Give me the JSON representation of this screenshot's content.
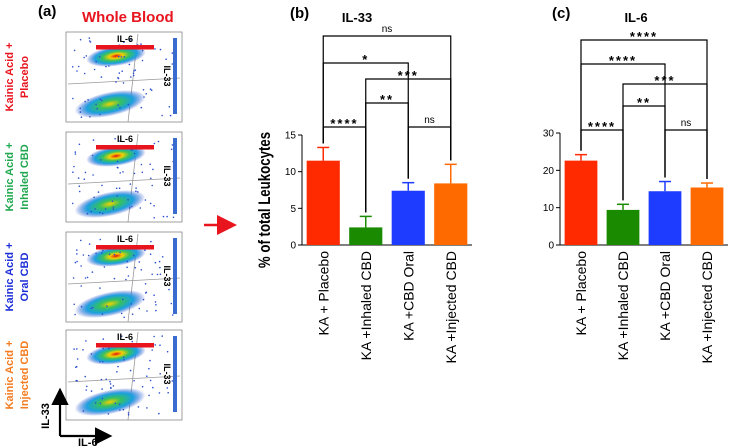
{
  "panel_a": {
    "label": "(a)",
    "title": "Whole Blood",
    "groups": [
      {
        "line1": "Kainic Acid +",
        "line2": "Placebo",
        "color": "#e8141e"
      },
      {
        "line1": "Kainic Acid +",
        "line2": "Inhaled CBD",
        "color": "#1fa84f"
      },
      {
        "line1": "Kainic Acid +",
        "line2": "Oral CBD",
        "color": "#1d2fd8"
      },
      {
        "line1": "Kainic Acid +",
        "line2": "Injected CBD",
        "color": "#f47c20"
      }
    ],
    "gate_label_h": "IL-6",
    "gate_label_v": "IL-33",
    "axis_y": "IL-33",
    "axis_x": "IL-6"
  },
  "y_axis_label": "% of total Leukocytes",
  "chart_data": [
    {
      "label": "(b)",
      "type": "bar",
      "title": "IL-33",
      "categories": [
        "KA + Placebo",
        "KA +Inhaled CBD",
        "KA +CBD Oral",
        "KA +Injected CBD"
      ],
      "values": [
        11.5,
        2.4,
        7.4,
        8.4
      ],
      "errors": [
        1.8,
        1.5,
        1.1,
        2.6
      ],
      "colors": [
        "#ff2a00",
        "#1a8a00",
        "#1e3cff",
        "#ff6a00"
      ],
      "ylim": [
        0,
        15
      ],
      "yticks": [
        0,
        5,
        10,
        15
      ],
      "comparisons": [
        {
          "from": 0,
          "to": 3,
          "label": "ns",
          "tier": 4
        },
        {
          "from": 0,
          "to": 2,
          "label": "*",
          "tier": 3
        },
        {
          "from": 1,
          "to": 3,
          "label": "***",
          "tier": 2
        },
        {
          "from": 1,
          "to": 2,
          "label": "**",
          "tier": 1
        },
        {
          "from": 0,
          "to": 1,
          "label": "****",
          "tier": 0
        },
        {
          "from": 2,
          "to": 3,
          "label": "ns",
          "tier": 0
        }
      ]
    },
    {
      "label": "(c)",
      "type": "bar",
      "title": "IL-6",
      "categories": [
        "KA + Placebo",
        "KA +Inhaled CBD",
        "KA +CBD Oral",
        "KA +Injected CBD"
      ],
      "values": [
        22.6,
        9.4,
        14.4,
        15.4
      ],
      "errors": [
        1.6,
        1.5,
        2.6,
        1.2
      ],
      "colors": [
        "#ff2a00",
        "#1a8a00",
        "#1e3cff",
        "#ff6a00"
      ],
      "ylim": [
        0,
        30
      ],
      "yticks": [
        0,
        10,
        20,
        30
      ],
      "comparisons": [
        {
          "from": 0,
          "to": 3,
          "label": "****",
          "tier": 4
        },
        {
          "from": 0,
          "to": 2,
          "label": "****",
          "tier": 3
        },
        {
          "from": 1,
          "to": 3,
          "label": "***",
          "tier": 2
        },
        {
          "from": 1,
          "to": 2,
          "label": "**",
          "tier": 1
        },
        {
          "from": 0,
          "to": 1,
          "label": "****",
          "tier": 0
        },
        {
          "from": 2,
          "to": 3,
          "label": "ns",
          "tier": 0
        }
      ]
    }
  ]
}
